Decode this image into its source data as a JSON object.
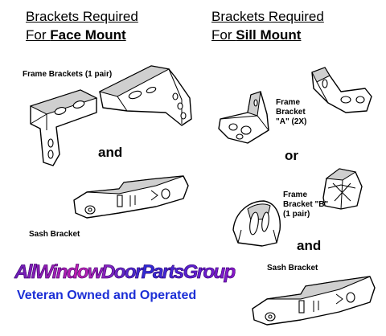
{
  "face_mount": {
    "heading_prefix": "Brackets Required",
    "heading_line2_prefix": "For ",
    "heading_line2_bold": "Face Mount",
    "frame_brackets_label": "Frame Brackets (1 pair)",
    "conjunction": "and",
    "sash_bracket_label": "Sash Bracket"
  },
  "sill_mount": {
    "heading_prefix": "Brackets Required",
    "heading_line2_prefix": "For ",
    "heading_line2_bold": "Sill Mount",
    "frame_bracket_a_line1": "Frame",
    "frame_bracket_a_line2": "Bracket",
    "frame_bracket_a_line3": "\"A\"  (2X)",
    "conjunction_or": "or",
    "frame_bracket_b_line1": "Frame",
    "frame_bracket_b_line2": "Bracket \"B\"",
    "frame_bracket_b_line3": "(1 pair)",
    "conjunction_and": "and",
    "sash_bracket_label": "Sash Bracket"
  },
  "branding": {
    "logo_text": "AllWindowDoorPartsGroup",
    "tagline": "Veteran Owned and Operated",
    "logo_gradient_start": "#6a1cb8",
    "tagline_color": "#1c2fd6"
  }
}
